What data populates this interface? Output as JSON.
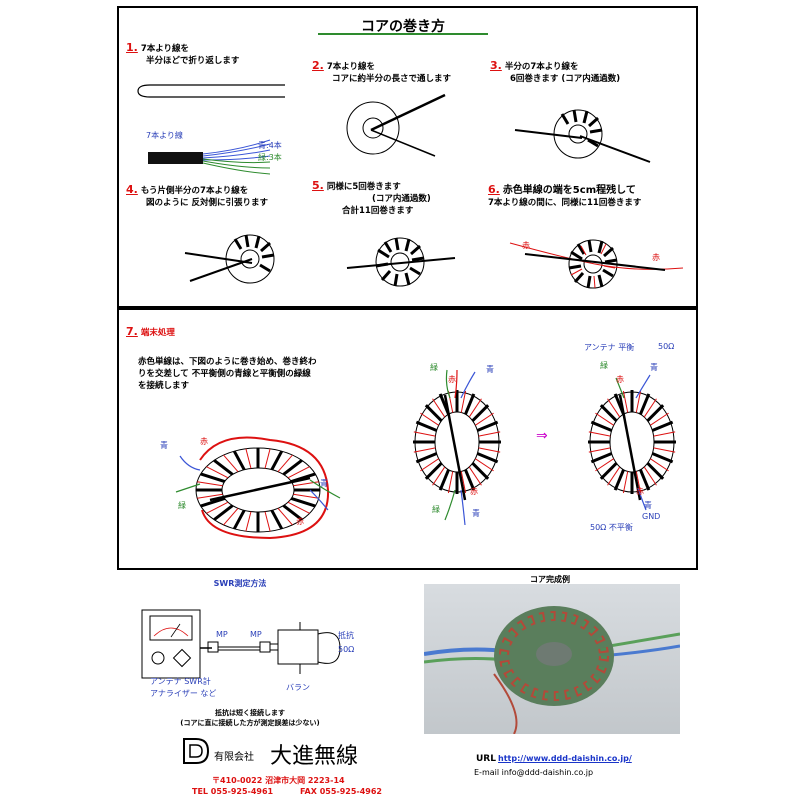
{
  "header": {
    "title": "コアの巻き方"
  },
  "steps": [
    {
      "num": "1.",
      "line1": "7本より線を",
      "line2": "半分ほどで折り返します",
      "labels": {
        "wire": "7本より線",
        "blue": "青:4本",
        "green": "緑:3本"
      }
    },
    {
      "num": "2.",
      "line1": "7本より線を",
      "line2": "コアに約半分の長さで通します"
    },
    {
      "num": "3.",
      "line1": "半分の7本より線を",
      "line2": "6回巻きます (コア内通過数)"
    },
    {
      "num": "4.",
      "line1": "もう片側半分の7本より線を",
      "line2": "図のように 反対側に引張ります"
    },
    {
      "num": "5.",
      "line1": "同様に5回巻きます",
      "line2": "(コア内通過数)",
      "line3": "合計11回巻きます"
    },
    {
      "num": "6.",
      "line1": "赤色単線の端を5cm程残して",
      "line2": "7本より線の間に、同様に11回巻きます",
      "labels": {
        "red_left": "赤",
        "red_right": "赤"
      }
    }
  ],
  "step7": {
    "num": "7.",
    "heading": "端末処理",
    "line1": "赤色単線は、下図のように巻き始め、巻き終わ",
    "line2": "りを交差して 不平衡側の青線と平衡側の緑線",
    "line3": "を接続します",
    "labels_left": {
      "blue": "青",
      "red": "赤",
      "green": "緑",
      "blue2": "青",
      "red2": "赤"
    },
    "labels_mid": {
      "green": "緑",
      "red": "赤",
      "blue": "青",
      "red2": "赤",
      "green2": "緑",
      "blue2": "青"
    },
    "arrow": "⇒",
    "labels_right": {
      "antenna": "アンテナ 平衡",
      "ohm_top": "50Ω",
      "green": "緑",
      "red": "赤",
      "blue": "青",
      "red2": "赤",
      "blue2": "青",
      "gnd": "GND",
      "bottom": "50Ω 不平衡"
    }
  },
  "swr": {
    "title": "SWR測定方法",
    "mp1": "MP",
    "mp2": "MP",
    "load_label": "抵抗",
    "load_ohm": "50Ω",
    "meter_label1": "アンテナ SWR計",
    "meter_label2": "アナライザー など",
    "balun_label": "バラン",
    "note1": "抵抗は短く接続します",
    "note2": "(コアに直に接続した方が測定誤差は少ない)"
  },
  "photo": {
    "title": "コア完成例"
  },
  "footer": {
    "company_type": "有限会社",
    "company_name": "大進無線",
    "address": "〒410-0022 沼津市大岡 2223-14",
    "tel": "TEL 055-925-4961",
    "fax": "FAX 055-925-4962",
    "url_label": "URL",
    "url": "http://www.ddd-daishin.co.jp/",
    "email": "E-mail info@ddd-daishin.co.jp"
  }
}
